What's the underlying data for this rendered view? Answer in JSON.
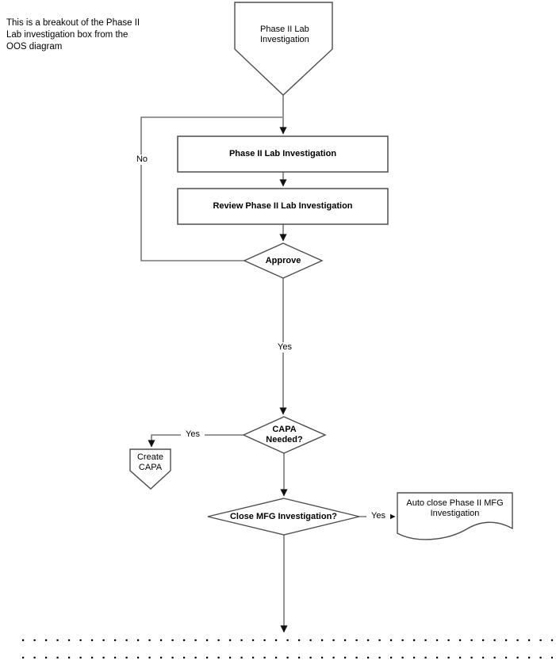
{
  "annotation": "This is a breakout of the Phase II\nLab investigation box from the\nOOS diagram",
  "nodes": {
    "start": {
      "label": "Phase II Lab\nInvestigation",
      "shape": "pentagon-down"
    },
    "phase2_lab": {
      "label": "Phase II Lab  Investigation",
      "shape": "process-rect"
    },
    "review": {
      "label": "Review Phase II Lab  Investigation",
      "shape": "process-rect"
    },
    "approve": {
      "label": "Approve",
      "shape": "decision-diamond"
    },
    "capa_needed": {
      "label": "CAPA\nNeeded?",
      "shape": "decision-diamond"
    },
    "create_capa": {
      "label": "Create\nCAPA",
      "shape": "pentagon-down"
    },
    "close_mfg": {
      "label": "Close MFG  Investigation?",
      "shape": "decision-diamond"
    },
    "auto_close": {
      "label": "Auto close Phase II MFG\nInvestigation",
      "shape": "document"
    }
  },
  "edges": {
    "approve_no": "No",
    "approve_yes": "Yes",
    "capa_yes": "Yes",
    "close_yes": "Yes"
  },
  "colors": {
    "shape_border": "#4d4d4d",
    "connector": "#5a5a5a",
    "arrowhead": "#111111",
    "background": "#ffffff"
  }
}
